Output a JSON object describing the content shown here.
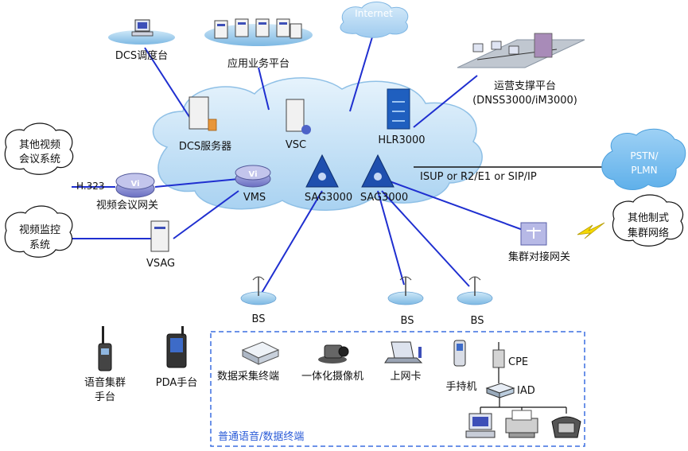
{
  "nodes": {
    "dcs_console": "DCS调度台",
    "app_platform": "应用业务平台",
    "internet": "Internet",
    "oss_platform": "运营支撑平台",
    "oss_platform_sub": "(DNSS3000/iM3000)",
    "dcs_server": "DCS服务器",
    "vsc": "VSC",
    "hlr": "HLR3000",
    "pstn": "PSTN/",
    "plmn": "PLMN",
    "other_video_l1": "其他视频",
    "other_video_l2": "会议系统",
    "h323": "H.323",
    "video_gateway": "视频会议网关",
    "vms": "VMS",
    "sag_left": "SAG3000",
    "sag_right": "SAG3000",
    "isup_link": "ISUP or R2/E1 or SIP/IP",
    "other_trunk_l1": "其他制式",
    "other_trunk_l2": "集群网络",
    "trunk_gateway": "集群对接网关",
    "video_monitor_l1": "视频监控",
    "video_monitor_l2": "系统",
    "vsag": "VSAG",
    "bs_1": "BS",
    "bs_2": "BS",
    "bs_3": "BS",
    "voice_terminal_l1": "语音集群",
    "voice_terminal_l2": "手台",
    "pda_terminal": "PDA手台",
    "data_terminal": "数据采集终端",
    "camera": "一体化摄像机",
    "net_card": "上网卡",
    "handset": "手持机",
    "cpe": "CPE",
    "iad": "IAD",
    "terminal_group": "普通语音/数据终端"
  },
  "colors": {
    "link_blue": "#1f2fd0",
    "cloud_blue": "#c9e3f7",
    "cloud_edge": "#7fb6e3",
    "dashed_box": "#3b6fe0",
    "lightning": "#f5d800"
  }
}
